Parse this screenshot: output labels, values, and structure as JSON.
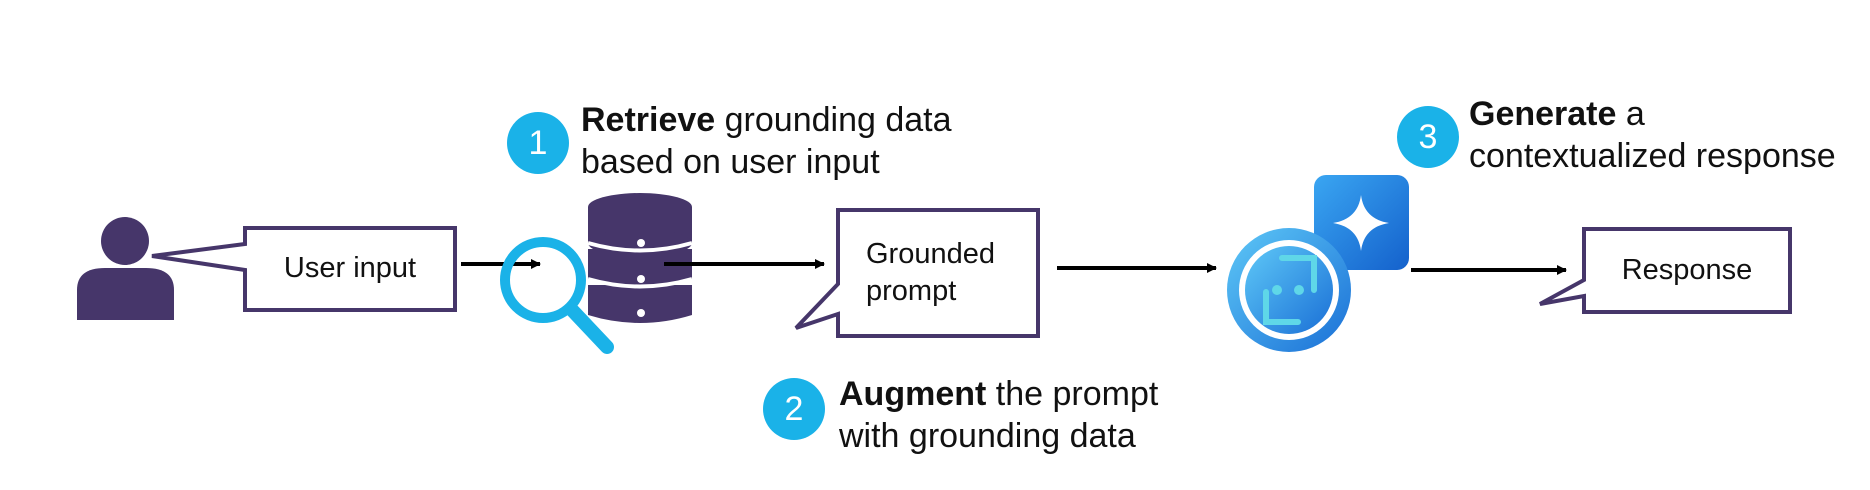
{
  "nodes": {
    "user_input": "User input",
    "grounded_prompt_line1": "Grounded",
    "grounded_prompt_line2": "prompt",
    "response": "Response"
  },
  "steps": [
    {
      "number": "1",
      "bold": "Retrieve",
      "rest_line1": " grounding data",
      "line2": "based on user input"
    },
    {
      "number": "2",
      "bold": "Augment",
      "rest_line1": " the prompt",
      "line2": "with grounding data"
    },
    {
      "number": "3",
      "bold": "Generate",
      "rest_line1": " a",
      "line2": "contextualized response"
    }
  ],
  "colors": {
    "outline": "#46366a",
    "badge": "#1ab2e8",
    "search": "#1ab2e8",
    "ai_blue_light": "#57c2f5",
    "ai_blue_dark": "#1a6fd6",
    "arrow": "#000000"
  },
  "icons": {
    "user": "person-icon",
    "database": "database-search-icon",
    "assistant": "ai-assistant-icon"
  }
}
